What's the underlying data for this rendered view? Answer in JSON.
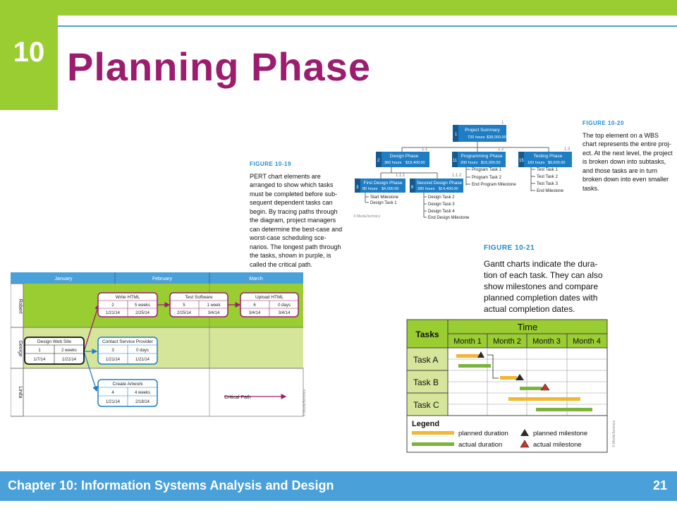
{
  "slide": {
    "chapter_number": "10",
    "title": "Planning Phase",
    "footer": "Chapter 10: Information Systems Analysis and Design",
    "page_number": "21",
    "colors": {
      "green": "#9acd32",
      "blue": "#4aa0d8",
      "purple": "#9c1d6e"
    }
  },
  "fig19": {
    "label": "FIGURE 10-19",
    "text": "PERT chart elements are arranged to show which tasks must be completed before sub- sequent dependent tasks can begin. By tracing paths through the diagram, project managers can determine the best-case and worst-case scheduling sce- narios. The longest path through the tasks, shown in purple, is called the critical path."
  },
  "fig20": {
    "label": "FIGURE 10-20",
    "text": "The top element on a WBS chart represents the entire proj- ect. At the next level, the project is broken down into subtasks, and those tasks are in turn broken down into even smaller tasks."
  },
  "fig21": {
    "label": "FIGURE 10-21",
    "text": "Gantt charts indicate the dura- tion of each task. They can also show milestones and compare planned completion dates with actual completion dates."
  },
  "pert": {
    "months": [
      "January",
      "February",
      "March"
    ],
    "people": [
      "Robert",
      "George",
      "Linda"
    ],
    "tasks": [
      {
        "name": "Write HTML",
        "dur_id": "2",
        "dur": "5 weeks",
        "start": "1/21/14",
        "end": "2/25/14"
      },
      {
        "name": "Test Software",
        "dur_id": "5",
        "dur": "1 week",
        "start": "2/25/14",
        "end": "3/4/14"
      },
      {
        "name": "Upload HTML",
        "dur_id": "6",
        "dur": "0 days",
        "start": "3/4/14",
        "end": "3/4/14"
      },
      {
        "name": "Design Web Site",
        "dur_id": "1",
        "dur": "2 weeks",
        "start": "1/7/14",
        "end": "1/21/14"
      },
      {
        "name": "Contact Service Provider",
        "dur_id": "3",
        "dur": "0 days",
        "start": "1/21/14",
        "end": "1/21/14"
      },
      {
        "name": "Create Artwork",
        "dur_id": "4",
        "dur": "4 weeks",
        "start": "1/21/14",
        "end": "2/18/14"
      }
    ],
    "critical_path_label": "Critical Path",
    "credit": "© MediaTechnics"
  },
  "wbs": {
    "root": {
      "num": "1",
      "id": "1",
      "name": "Project Summary",
      "hours": "720 hours",
      "cost": "$38,000.00"
    },
    "phases": [
      {
        "num": "1.1",
        "id": "2",
        "name": "Design Phase",
        "hours": "360 hours",
        "cost": "$18,400.00"
      },
      {
        "num": "1.2",
        "id": "11",
        "name": "Programming Phase",
        "hours": "200 hours",
        "cost": "$10,000.00"
      },
      {
        "num": "1.3",
        "id": "15",
        "name": "Testing Phase",
        "hours": "160 hours",
        "cost": "$9,600.00"
      }
    ],
    "subphases": [
      {
        "num": "1.1.1",
        "id": "3",
        "name": "First Design Phase",
        "hours": "80 hours",
        "cost": "$4,000.00"
      },
      {
        "num": "1.1.2",
        "id": "6",
        "name": "Second Design Phase",
        "hours": "280 hours",
        "cost": "$14,400.00"
      }
    ],
    "first_design_items": [
      "Start Milestone",
      "Design Task 1"
    ],
    "second_design_items": [
      "Design Task 2",
      "Design Task 3",
      "Design Task 4",
      "End Design Milestone"
    ],
    "programming_items": [
      "Program Task 1",
      "Program Task 2",
      "End Program Milestone"
    ],
    "testing_items": [
      "Test Task 1",
      "Test Task 2",
      "Test Task 3",
      "End Milestone"
    ],
    "credit": "© MediaTechnics"
  },
  "gantt": {
    "tasks_header": "Tasks",
    "time_header": "Time",
    "months": [
      "Month 1",
      "Month 2",
      "Month 3",
      "Month 4"
    ],
    "tasks": [
      "Task A",
      "Task B",
      "Task C"
    ],
    "legend": {
      "title": "Legend",
      "planned_duration": "planned duration",
      "actual_duration": "actual duration",
      "planned_milestone": "planned milestone",
      "actual_milestone": "actual milestone"
    },
    "credit": "© MediaTechnics",
    "colors": {
      "planned": "#f2b630",
      "actual": "#7ab43a",
      "milestone": "#2b2b2b",
      "actual_milestone": "#c0392b"
    }
  }
}
